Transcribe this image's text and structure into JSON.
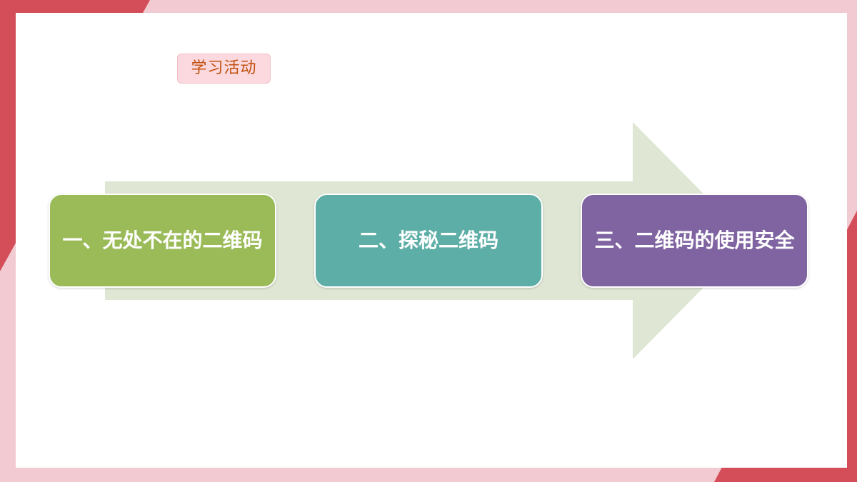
{
  "tag": {
    "label": "学习活动"
  },
  "steps": [
    {
      "label": "一、无处不在的二维码",
      "color": "#9bbb59"
    },
    {
      "label": "二、探秘二维码",
      "color": "#5daea6"
    },
    {
      "label": "三、二维码的使用安全",
      "color": "#8064a2"
    }
  ],
  "colors": {
    "frame_pink": "#f2cbd2",
    "frame_red": "#d44e5a",
    "arrow_fill": "#dfe6d4",
    "tag_text": "#c2500f",
    "tag_bg": "#fbd9de"
  }
}
